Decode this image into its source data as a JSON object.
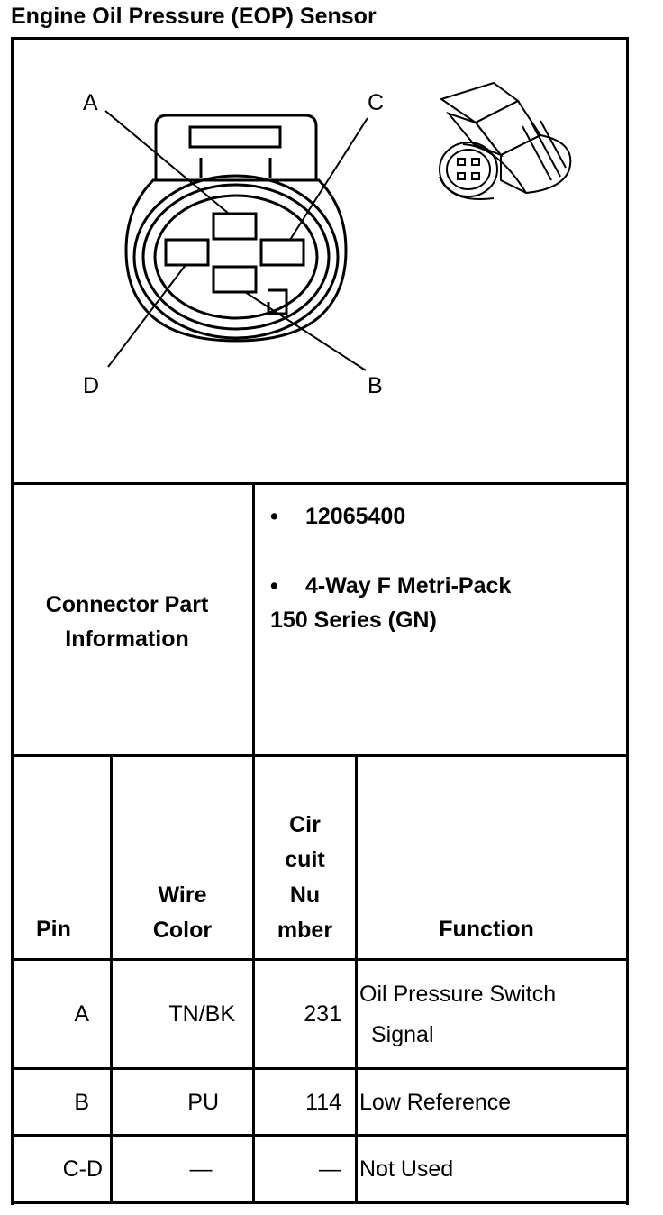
{
  "title": "Engine Oil Pressure (EOP) Sensor",
  "diagram": {
    "pin_labels": {
      "a": "A",
      "b": "B",
      "c": "C",
      "d": "D"
    }
  },
  "connector_part_information": {
    "label_line1": "Connector Part",
    "label_line2": "Information",
    "bullet": "•",
    "part_number": "12065400",
    "description_line1": "4-Way F Metri-Pack",
    "description_line2": "150 Series (GN)"
  },
  "table": {
    "headers": {
      "pin": "Pin",
      "wire_color_line1": "Wire",
      "wire_color_line2": "Color",
      "circuit_line1": "Cir",
      "circuit_line2": "cuit",
      "circuit_line3": "Nu",
      "circuit_line4": "mber",
      "function": "Function"
    },
    "rows": [
      {
        "pin": "A",
        "wire_color": "TN/BK",
        "circuit": "231",
        "function_line1": "Oil Pressure Switch",
        "function_line2": "Signal"
      },
      {
        "pin": "B",
        "wire_color": "PU",
        "circuit": "114",
        "function_line1": "Low Reference"
      },
      {
        "pin": "C-D",
        "wire_color": "—",
        "circuit": "—",
        "function_line1": "Not Used"
      }
    ]
  }
}
